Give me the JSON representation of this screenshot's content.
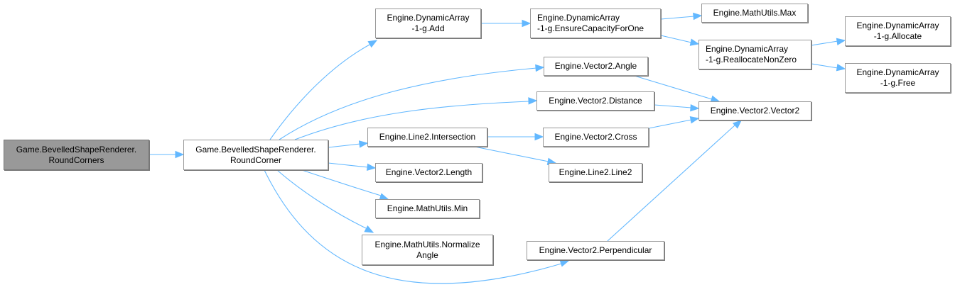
{
  "diagram": {
    "type": "call-graph",
    "edge_color": "#63b8ff",
    "node_border_color": "#999999",
    "root_fill_color": "#999999",
    "nodes": [
      {
        "id": "roundCorners",
        "label": "Game.BevelledShapeRenderer.\nRoundCorners",
        "root": true
      },
      {
        "id": "roundCorner",
        "label": "Game.BevelledShapeRenderer.\nRoundCorner"
      },
      {
        "id": "daAdd",
        "label": "Engine.DynamicArray\n-1-g.Add"
      },
      {
        "id": "daEnsure",
        "label": "Engine.DynamicArray\n-1-g.EnsureCapacityForOne"
      },
      {
        "id": "muMax",
        "label": "Engine.MathUtils.Max"
      },
      {
        "id": "daRealloc",
        "label": "Engine.DynamicArray\n-1-g.ReallocateNonZero"
      },
      {
        "id": "daAllocate",
        "label": "Engine.DynamicArray\n-1-g.Allocate"
      },
      {
        "id": "daFree",
        "label": "Engine.DynamicArray\n-1-g.Free"
      },
      {
        "id": "v2Angle",
        "label": "Engine.Vector2.Angle"
      },
      {
        "id": "v2Distance",
        "label": "Engine.Vector2.Distance"
      },
      {
        "id": "v2Vector2",
        "label": "Engine.Vector2.Vector2"
      },
      {
        "id": "l2Intersection",
        "label": "Engine.Line2.Intersection"
      },
      {
        "id": "v2Cross",
        "label": "Engine.Vector2.Cross"
      },
      {
        "id": "v2Length",
        "label": "Engine.Vector2.Length"
      },
      {
        "id": "l2Line2",
        "label": "Engine.Line2.Line2"
      },
      {
        "id": "muMin",
        "label": "Engine.MathUtils.Min"
      },
      {
        "id": "muNormalize",
        "label": "Engine.MathUtils.Normalize\nAngle"
      },
      {
        "id": "v2Perp",
        "label": "Engine.Vector2.Perpendicular"
      }
    ],
    "edges": [
      {
        "from": "roundCorners",
        "to": "roundCorner"
      },
      {
        "from": "roundCorner",
        "to": "daAdd"
      },
      {
        "from": "roundCorner",
        "to": "v2Angle"
      },
      {
        "from": "roundCorner",
        "to": "v2Distance"
      },
      {
        "from": "roundCorner",
        "to": "l2Intersection"
      },
      {
        "from": "roundCorner",
        "to": "v2Length"
      },
      {
        "from": "roundCorner",
        "to": "muMin"
      },
      {
        "from": "roundCorner",
        "to": "muNormalize"
      },
      {
        "from": "roundCorner",
        "to": "v2Perp"
      },
      {
        "from": "daAdd",
        "to": "daEnsure"
      },
      {
        "from": "daEnsure",
        "to": "muMax"
      },
      {
        "from": "daEnsure",
        "to": "daRealloc"
      },
      {
        "from": "daRealloc",
        "to": "daAllocate"
      },
      {
        "from": "daRealloc",
        "to": "daFree"
      },
      {
        "from": "v2Angle",
        "to": "v2Vector2"
      },
      {
        "from": "v2Distance",
        "to": "v2Vector2"
      },
      {
        "from": "l2Intersection",
        "to": "v2Cross"
      },
      {
        "from": "l2Intersection",
        "to": "l2Line2"
      },
      {
        "from": "v2Cross",
        "to": "v2Vector2"
      },
      {
        "from": "v2Perp",
        "to": "v2Vector2"
      }
    ]
  }
}
